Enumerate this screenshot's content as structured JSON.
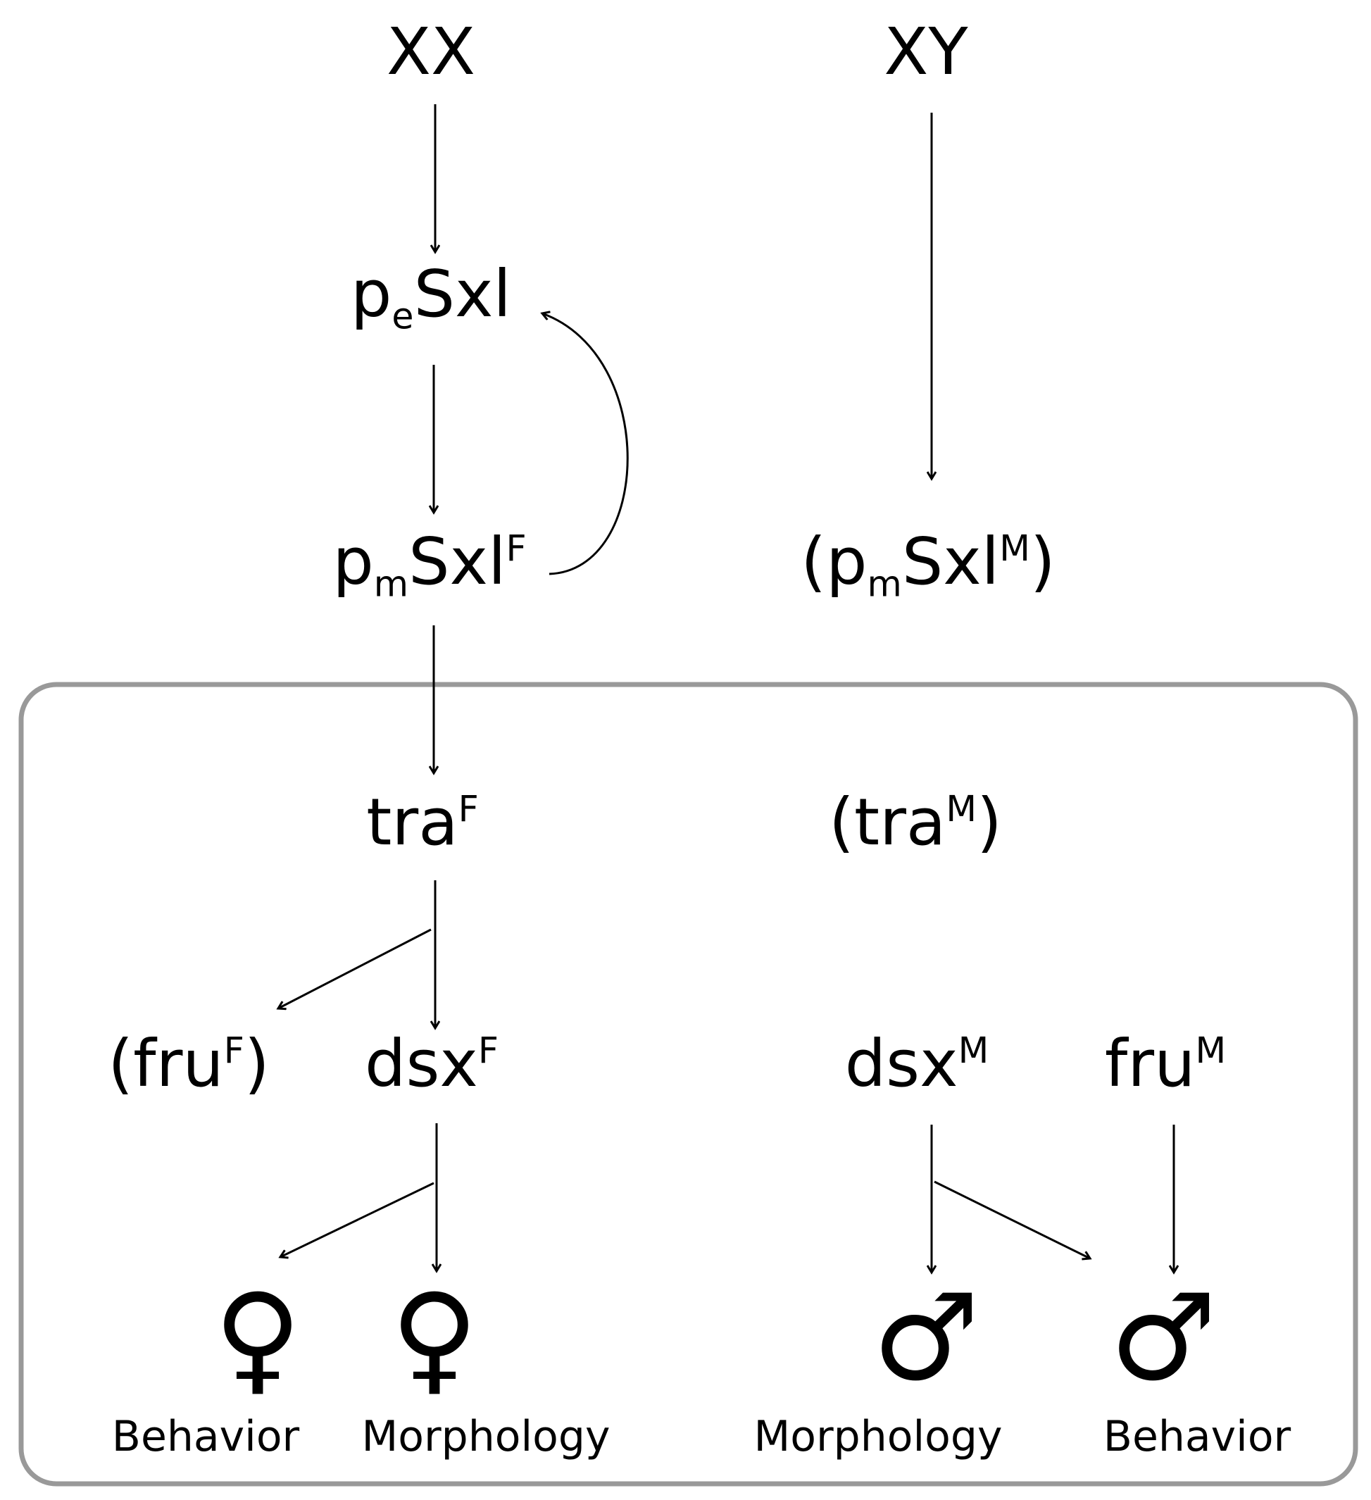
{
  "nodes": {
    "xx": {
      "text": "XX"
    },
    "xy": {
      "text": "XY"
    },
    "pe_sxl": {
      "base": "p",
      "sub": "e",
      "rest": "Sxl"
    },
    "pm_sxl_f": {
      "base": "p",
      "sub": "m",
      "rest": "Sxl",
      "sup": "F"
    },
    "pm_sxl_m": {
      "open": "(",
      "base": "p",
      "sub": "m",
      "rest": "Sxl",
      "sup": "M",
      "close": ")"
    },
    "tra_f": {
      "base": "tra",
      "sup": "F"
    },
    "tra_m": {
      "open": "(",
      "base": "tra",
      "sup": "M",
      "close": ")"
    },
    "fru_f": {
      "open": "(",
      "base": "fru",
      "sup": "F",
      "close": ")"
    },
    "dsx_f": {
      "base": "dsx",
      "sup": "F"
    },
    "dsx_m": {
      "base": "dsx",
      "sup": "M"
    },
    "fru_m": {
      "base": "fru",
      "sup": "M"
    }
  },
  "symbols": {
    "female": "♀",
    "male": "♂"
  },
  "captions": {
    "female_behavior": "Behavior",
    "female_morphology": "Morphology",
    "male_morphology": "Morphology",
    "male_behavior": "Behavior"
  },
  "colors": {
    "box_border": "#999999",
    "arrow": "#000000",
    "text": "#000000"
  }
}
